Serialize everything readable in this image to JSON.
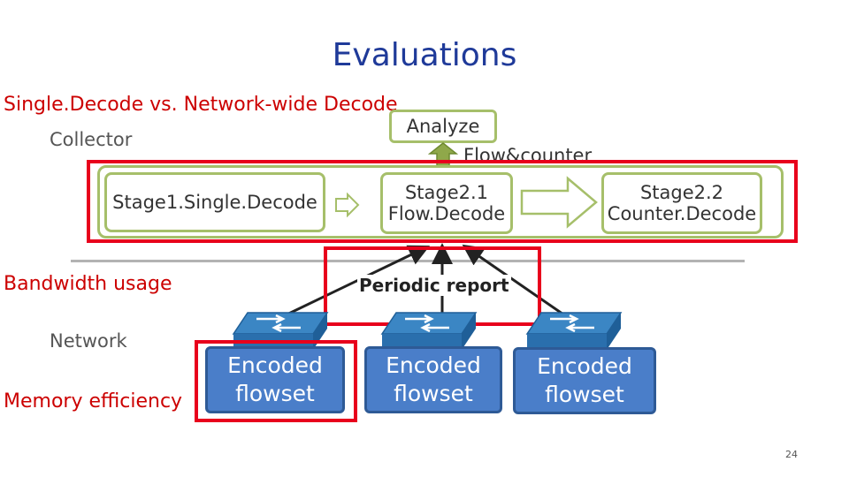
{
  "title": "Evaluations",
  "comparison_label": "Single.Decode vs. Network-wide Decode",
  "collector_label": "Collector",
  "analyze_label": "Analyze",
  "flow_counter_label": "Flow&counter",
  "stage1_label": "Stage1.Single.Decode",
  "stage21": {
    "line1": "Stage2.1",
    "line2": "Flow.Decode"
  },
  "stage22": {
    "line1": "Stage2.2",
    "line2": "Counter.Decode"
  },
  "bandwidth_label": "Bandwidth usage",
  "periodic_report_label": "Periodic report",
  "network_label": "Network",
  "memory_label": "Memory efficiency",
  "encoded_flowsets": [
    {
      "line1": "Encoded",
      "line2": "flowset"
    },
    {
      "line1": "Encoded",
      "line2": "flowset"
    },
    {
      "line1": "Encoded",
      "line2": "flowset"
    }
  ],
  "page_number": "24",
  "colors": {
    "title": "#1f3a99",
    "highlight_red": "#e8001c",
    "green_border": "#a6bf6a",
    "switch_blue": "#4a7ec9"
  }
}
